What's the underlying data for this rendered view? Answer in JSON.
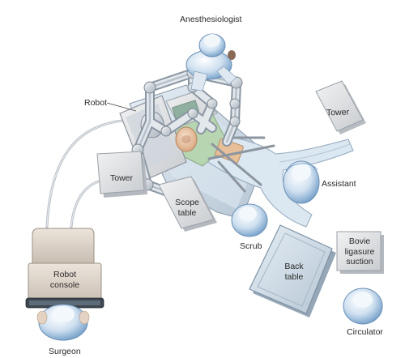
{
  "labels": {
    "anesthesiologist": "Anesthesiologist",
    "robot": "Robot",
    "tower_right": "Tower",
    "tower_left": "Tower",
    "assistant": "Assistant",
    "scope_table": [
      "Scope",
      "table"
    ],
    "scrub": "Scrub",
    "back_table": [
      "Back",
      "table"
    ],
    "bovie": [
      "Bovie",
      "ligasure",
      "suction"
    ],
    "robot_console": [
      "Robot",
      "console"
    ],
    "surgeon": "Surgeon",
    "circulator": "Circulator"
  }
}
